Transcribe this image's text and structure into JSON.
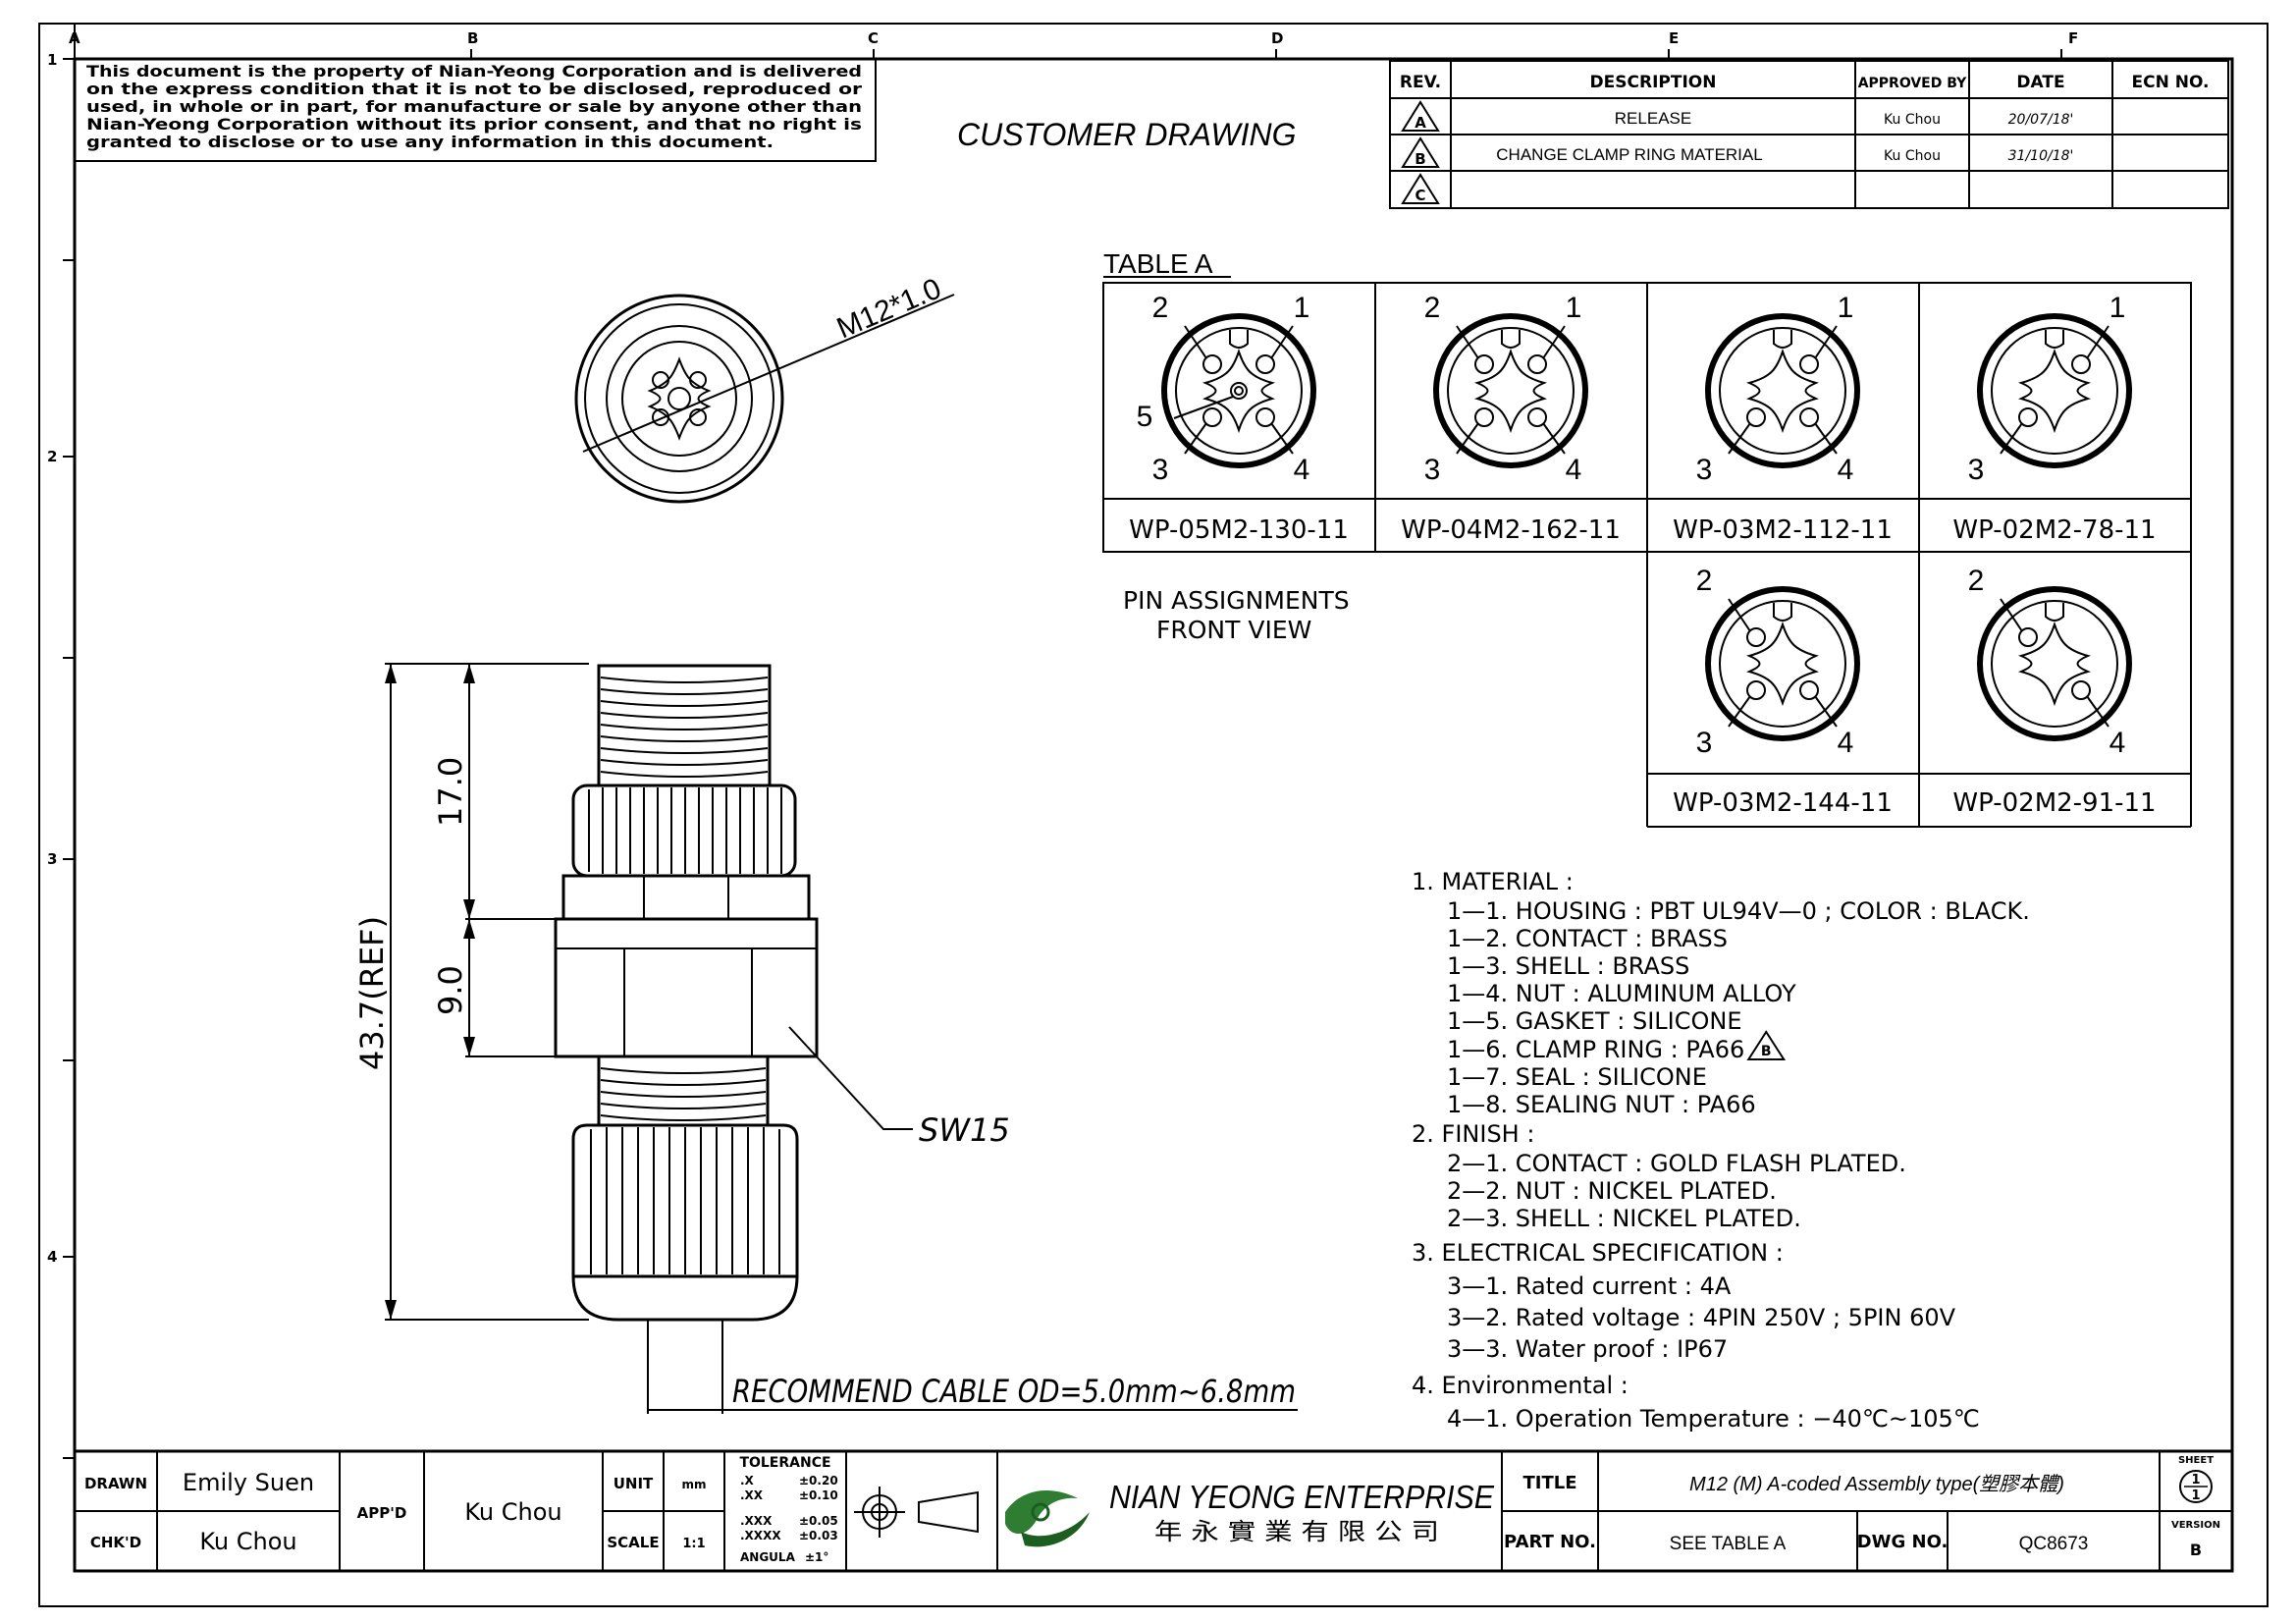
{
  "border": {
    "columns": [
      "A",
      "B",
      "C",
      "D",
      "E",
      "F"
    ],
    "rows": [
      "1",
      "2",
      "3",
      "4"
    ]
  },
  "notice": [
    "This document is the property of Nian-Yeong Corporation and is delivered",
    "on  the  express condition that it is not to be disclosed, reproduced or",
    "used, in whole or in part, for manufacture or sale by anyone other than",
    "Nian-Yeong Corporation without  its prior consent, and that  no right  is",
    "granted to disclose or to use any information in this  document."
  ],
  "drawing_type": "CUSTOMER  DRAWING",
  "revision_table": {
    "headers": {
      "rev": "REV.",
      "description": "DESCRIPTION",
      "approved": "APPROVED BY",
      "date": "DATE",
      "ecn": "ECN NO."
    },
    "rows": [
      {
        "rev": "A",
        "description": "RELEASE",
        "approved": "Ku Chou",
        "date": "20/07/18'",
        "ecn": ""
      },
      {
        "rev": "B",
        "description": "CHANGE CLAMP RING MATERIAL",
        "approved": "Ku Chou",
        "date": "31/10/18'",
        "ecn": ""
      },
      {
        "rev": "C",
        "description": "",
        "approved": "",
        "date": "",
        "ecn": ""
      }
    ]
  },
  "table_a": {
    "title": "TABLE  A",
    "caption_line1": "PIN  ASSIGNMENTS",
    "caption_line2": "FRONT  VIEW",
    "cells": [
      {
        "part": "WP-05M2-130-11",
        "pins": [
          "1",
          "2",
          "3",
          "4",
          "5"
        ]
      },
      {
        "part": "WP-04M2-162-11",
        "pins": [
          "1",
          "2",
          "3",
          "4"
        ]
      },
      {
        "part": "WP-03M2-112-11",
        "pins": [
          "1",
          "3",
          "4"
        ]
      },
      {
        "part": "WP-02M2-78-11",
        "pins": [
          "1",
          "3"
        ]
      },
      {
        "part": "WP-03M2-144-11",
        "pins": [
          "2",
          "3",
          "4"
        ]
      },
      {
        "part": "WP-02M2-91-11",
        "pins": [
          "2",
          "4"
        ]
      }
    ]
  },
  "dimensions": {
    "thread": "M12*1.0",
    "total": "43.7(REF)",
    "upper": "17.0",
    "hex_length": "9.0",
    "wrench": "SW15",
    "cable": "RECOMMEND  CABLE  OD=5.0mm~6.8mm"
  },
  "notes": [
    {
      "text": "1.  MATERIAL  :",
      "indent": 0
    },
    {
      "text": "1—1.  HOUSING  :  PBT  UL94V—0  ;  COLOR  :  BLACK.",
      "indent": 1
    },
    {
      "text": "1—2.  CONTACT  :  BRASS",
      "indent": 1
    },
    {
      "text": "1—3.  SHELL  :  BRASS",
      "indent": 1
    },
    {
      "text": "1—4.  NUT  :  ALUMINUM  ALLOY",
      "indent": 1
    },
    {
      "text": "1—5.  GASKET  :  SILICONE",
      "indent": 1
    },
    {
      "text": "1—6.  CLAMP  RING  :  PA66",
      "indent": 1,
      "rev": "B"
    },
    {
      "text": "1—7.  SEAL  :  SILICONE",
      "indent": 1
    },
    {
      "text": "1—8.  SEALING  NUT  :  PA66",
      "indent": 1
    },
    {
      "text": "2.  FINISH  :",
      "indent": 0
    },
    {
      "text": "2—1.  CONTACT  :  GOLD  FLASH  PLATED.",
      "indent": 1
    },
    {
      "text": "2—2.  NUT  :  NICKEL  PLATED.",
      "indent": 1
    },
    {
      "text": "2—3.  SHELL  :  NICKEL  PLATED.",
      "indent": 1
    },
    {
      "text": "3.  ELECTRICAL  SPECIFICATION  :",
      "indent": 0
    },
    {
      "text": "3—1.  Rated  current  :  4A",
      "indent": 1
    },
    {
      "text": "3—2.  Rated  voltage  :  4PIN  250V  ;  5PIN  60V",
      "indent": 1
    },
    {
      "text": "3—3.  Water  proof  :  IP67",
      "indent": 1
    },
    {
      "text": "4.  Environmental  :",
      "indent": 0
    },
    {
      "text": "4—1.  Operation  Temperature  :  −40℃~105℃",
      "indent": 1
    }
  ],
  "title_block": {
    "drawn_label": "DRAWN",
    "drawn": "Emily Suen",
    "chkd_label": "CHK'D",
    "chkd": "Ku Chou",
    "appd_label": "APP'D",
    "appd": "Ku Chou",
    "unit_label": "UNIT",
    "unit": "mm",
    "scale_label": "SCALE",
    "scale": "1:1",
    "tolerance_title": "TOLERANCE",
    "tolerance": [
      {
        "k": ".X",
        "v": "±0.20"
      },
      {
        "k": ".XX",
        "v": "±0.10"
      },
      {
        "k": ".XXX",
        "v": "±0.05"
      },
      {
        "k": ".XXXX",
        "v": "±0.03"
      },
      {
        "k": "ANGULA",
        "v": "±1°"
      }
    ],
    "company": "NIAN YEONG ENTERPRISE",
    "company_cn": "年 永 實 業 有 限 公 司",
    "title_label": "TITLE",
    "title": "M12 (M) A-coded Assembly type(塑膠本體)",
    "part_label": "PART NO.",
    "part": "SEE  TABLE  A",
    "dwg_label": "DWG NO.",
    "dwg": "QC8673",
    "sheet_label": "SHEET",
    "sheet_num": "1",
    "sheet_den": "1",
    "version_label": "VERSION",
    "version": "B"
  }
}
